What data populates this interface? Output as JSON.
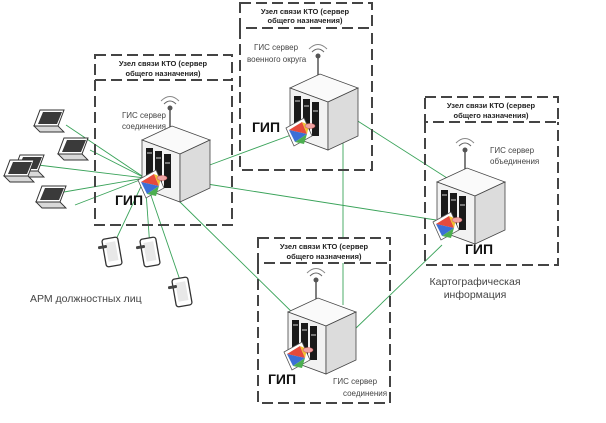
{
  "nodes": {
    "center": {
      "header_line1": "Узел связи КТО (сервер",
      "header_line2": "общего назначения)",
      "role_line1": "ГИС сервер",
      "role_line2": "соединения",
      "gip": "ГИП"
    },
    "top": {
      "header_line1": "Узел связи КТО (сервер",
      "header_line2": "общего назначения)",
      "role_line1": "ГИС сервер",
      "role_line2": "военного округа",
      "gip": "ГИП"
    },
    "right": {
      "header_line1": "Узел связи КТО (сервер",
      "header_line2": "общего назначения)",
      "role_line1": "ГИС сервер",
      "role_line2": "объединения",
      "gip": "ГИП"
    },
    "bottom": {
      "header_line1": "Узел связи КТО (сервер",
      "header_line2": "общего назначения)",
      "role_line1": "ГИС сервер",
      "role_line2": "соединения",
      "gip": "ГИП"
    }
  },
  "labels": {
    "arm": "АРМ должностных лиц",
    "carto_line1": "Картографическая",
    "carto_line2": "информация"
  },
  "colors": {
    "link": "#3aa35a",
    "frame": "#444444",
    "server_fill": "#f2f2f2",
    "rack": "#1a1a1a"
  }
}
